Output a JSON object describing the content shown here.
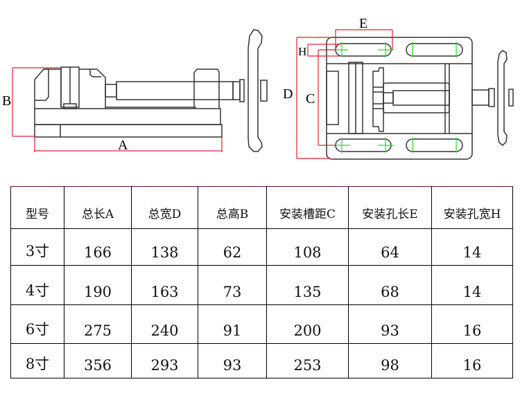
{
  "drawing": {
    "side_view": {
      "dimension_labels": {
        "length": "A",
        "height": "B"
      }
    },
    "top_view": {
      "dimension_labels": {
        "slot_length": "E",
        "slot_width": "H",
        "overall_width": "D",
        "slot_spacing": "C"
      }
    },
    "colors": {
      "outline": "#333333",
      "dimension_line": "#e0222a",
      "centerline": "#22dd22"
    }
  },
  "table": {
    "headers": [
      "型号",
      "总长A",
      "总宽D",
      "总高B",
      "安装槽距C",
      "安装孔长E",
      "安装孔宽H"
    ],
    "rows": [
      [
        "3寸",
        "166",
        "138",
        "62",
        "108",
        "64",
        "14"
      ],
      [
        "4寸",
        "190",
        "163",
        "73",
        "135",
        "68",
        "14"
      ],
      [
        "6寸",
        "275",
        "240",
        "91",
        "200",
        "93",
        "16"
      ],
      [
        "8寸",
        "356",
        "293",
        "93",
        "253",
        "98",
        "16"
      ]
    ]
  }
}
